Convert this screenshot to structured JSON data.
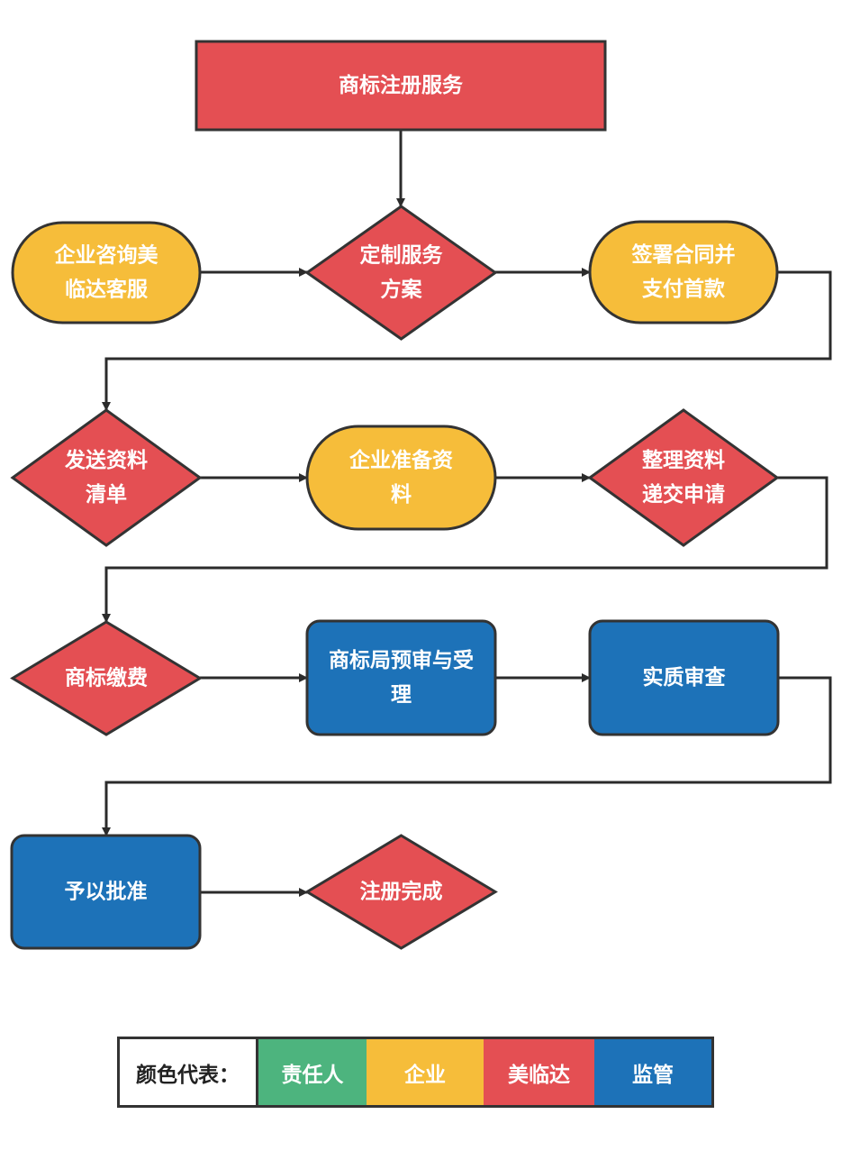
{
  "title": "商标注册服务",
  "colors": {
    "responsible": "#4db47e",
    "enterprise": "#f6bd3a",
    "meilinda": "#e44f53",
    "regulator": "#1d72b8",
    "stroke": "#333333"
  },
  "nodes": [
    {
      "id": "n0",
      "lines": [
        "商标注册服务"
      ],
      "shape": "rect",
      "role": "meilinda"
    },
    {
      "id": "n1",
      "lines": [
        "企业咨询美",
        "临达客服"
      ],
      "shape": "stadium",
      "role": "enterprise"
    },
    {
      "id": "n2",
      "lines": [
        "定制服务",
        "方案"
      ],
      "shape": "diamond",
      "role": "meilinda"
    },
    {
      "id": "n3",
      "lines": [
        "签署合同并",
        "支付首款"
      ],
      "shape": "stadium",
      "role": "enterprise"
    },
    {
      "id": "n4",
      "lines": [
        "发送资料",
        "清单"
      ],
      "shape": "diamond",
      "role": "meilinda"
    },
    {
      "id": "n5",
      "lines": [
        "企业准备资",
        "料"
      ],
      "shape": "stadium",
      "role": "enterprise"
    },
    {
      "id": "n6",
      "lines": [
        "整理资料",
        "递交申请"
      ],
      "shape": "diamond",
      "role": "meilinda"
    },
    {
      "id": "n7",
      "lines": [
        "商标缴费"
      ],
      "shape": "diamond",
      "role": "meilinda"
    },
    {
      "id": "n8",
      "lines": [
        "商标局预审与受",
        "理"
      ],
      "shape": "roundrect",
      "role": "regulator"
    },
    {
      "id": "n9",
      "lines": [
        "实质审查"
      ],
      "shape": "roundrect",
      "role": "regulator"
    },
    {
      "id": "n10",
      "lines": [
        "予以批准"
      ],
      "shape": "roundrect",
      "role": "regulator"
    },
    {
      "id": "n11",
      "lines": [
        "注册完成"
      ],
      "shape": "diamond",
      "role": "meilinda"
    }
  ],
  "edges": [
    [
      "n0",
      "n2"
    ],
    [
      "n1",
      "n2"
    ],
    [
      "n2",
      "n3"
    ],
    [
      "n3",
      "n4"
    ],
    [
      "n4",
      "n5"
    ],
    [
      "n5",
      "n6"
    ],
    [
      "n6",
      "n7"
    ],
    [
      "n7",
      "n8"
    ],
    [
      "n8",
      "n9"
    ],
    [
      "n9",
      "n10"
    ],
    [
      "n10",
      "n11"
    ]
  ],
  "legend": {
    "label": "颜色代表：",
    "items": [
      {
        "label": "责任人",
        "role": "responsible"
      },
      {
        "label": "企业",
        "role": "enterprise"
      },
      {
        "label": "美临达",
        "role": "meilinda"
      },
      {
        "label": "监管",
        "role": "regulator"
      }
    ]
  }
}
